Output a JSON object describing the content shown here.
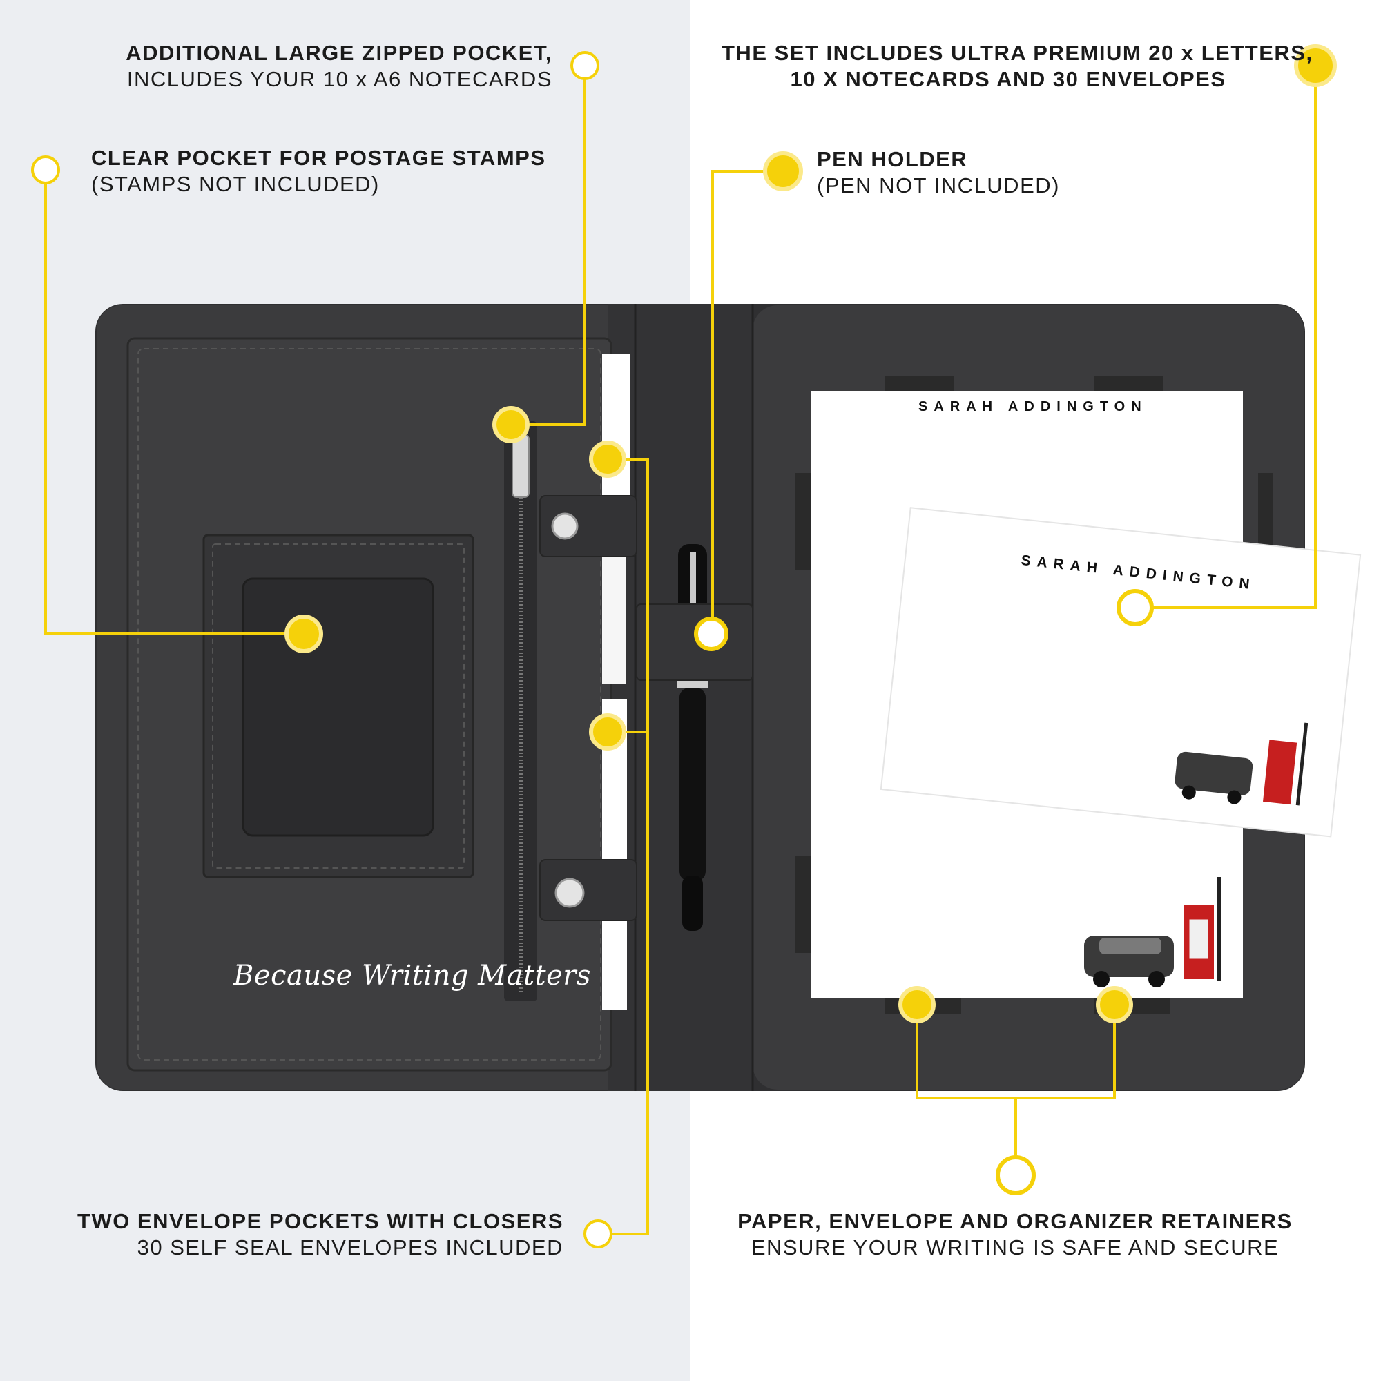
{
  "brand_script": "Because Writing Matters",
  "paper_name": "SARAH ADDINGTON",
  "callouts": {
    "zipped_pocket": {
      "title": "ADDITIONAL LARGE ZIPPED POCKET,",
      "subtitle": "INCLUDES YOUR 10 x A6 NOTECARDS"
    },
    "stamps": {
      "title": "CLEAR POCKET FOR POSTAGE STAMPS",
      "subtitle": "(STAMPS NOT INCLUDED)"
    },
    "set_includes": {
      "title": "THE SET INCLUDES ULTRA PREMIUM 20 x LETTERS,",
      "subtitle": "10 X NOTECARDS AND 30 ENVELOPES"
    },
    "pen_holder": {
      "title": "PEN HOLDER",
      "subtitle": "(PEN NOT INCLUDED)"
    },
    "envelope_pockets": {
      "title": "TWO ENVELOPE POCKETS WITH CLOSERS",
      "subtitle": "30 SELF SEAL ENVELOPES INCLUDED"
    },
    "retainers": {
      "title": "PAPER, ENVELOPE AND ORGANIZER RETAINERS",
      "subtitle": "ENSURE YOUR WRITING IS SAFE AND SECURE"
    }
  },
  "colors": {
    "accent_yellow": "#f5d10a",
    "leather": "#3b3b3d",
    "left_background": "#eceef2",
    "right_background": "#ffffff"
  }
}
